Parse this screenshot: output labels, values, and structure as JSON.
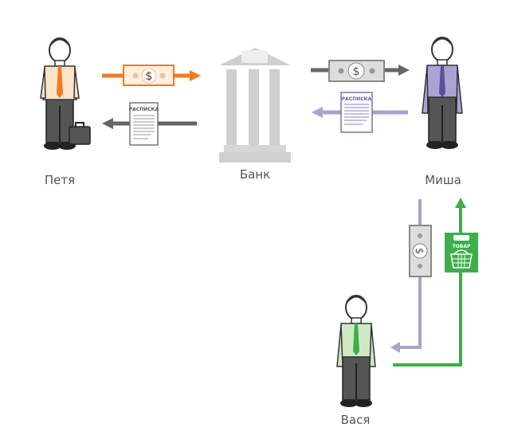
{
  "labels": {
    "petya": "Петя",
    "bank": "Банк",
    "misha": "Миша",
    "vasya": "Вася"
  },
  "documents": {
    "receipt": "РАСПИСКА",
    "goods": "ТОВАР"
  },
  "symbols": {
    "dollar": "$"
  },
  "colors": {
    "orange": "#f07a22",
    "dark_gray": "#666666",
    "purple": "#a9a3cc",
    "green": "#3dae49",
    "bank": "#cfcfcf"
  }
}
